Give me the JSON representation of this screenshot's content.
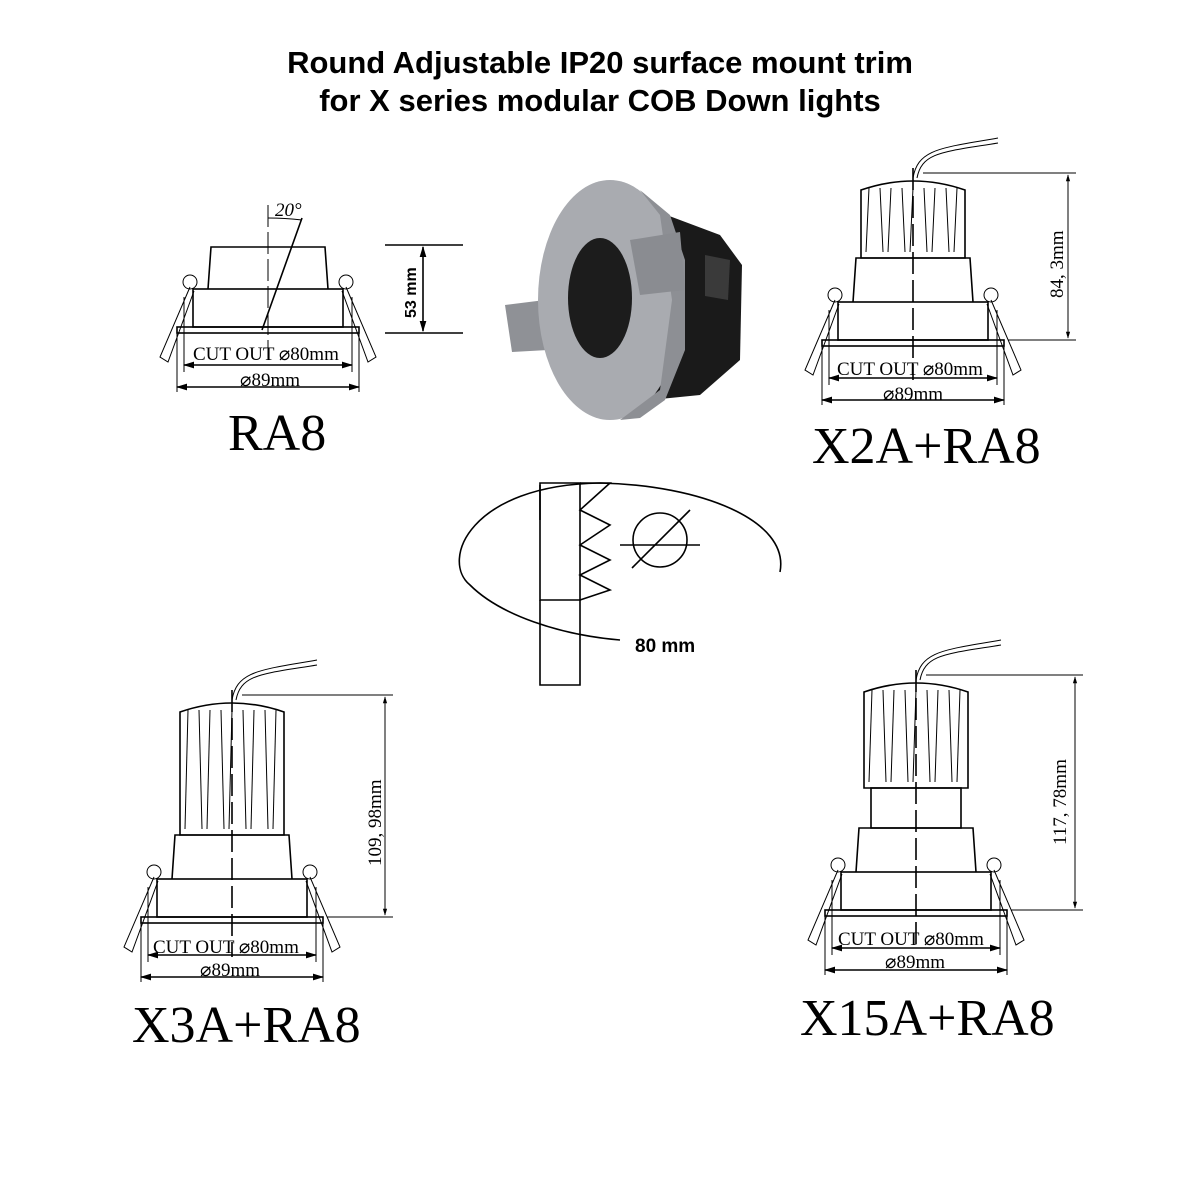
{
  "title": {
    "line1": "Round Adjustable IP20 surface mount trim",
    "line2": "for X series modular COB Down lights"
  },
  "ra8": {
    "label": "RA8",
    "angle": "20°",
    "height": "53 mm",
    "cutout": "CUT OUT ⌀80mm",
    "diameter": "⌀89mm"
  },
  "x2a": {
    "label": "X2A+RA8",
    "height": "84, 3mm",
    "cutout": "CUT OUT ⌀80mm",
    "diameter": "⌀89mm"
  },
  "x3a": {
    "label": "X3A+RA8",
    "height": "109, 98mm",
    "cutout": "CUT OUT ⌀80mm",
    "diameter": "⌀89mm"
  },
  "x15a": {
    "label": "X15A+RA8",
    "height": "117, 78mm",
    "cutout": "CUT OUT ⌀80mm",
    "diameter": "⌀89mm"
  },
  "cutout_diagram": {
    "label": "80 mm"
  }
}
